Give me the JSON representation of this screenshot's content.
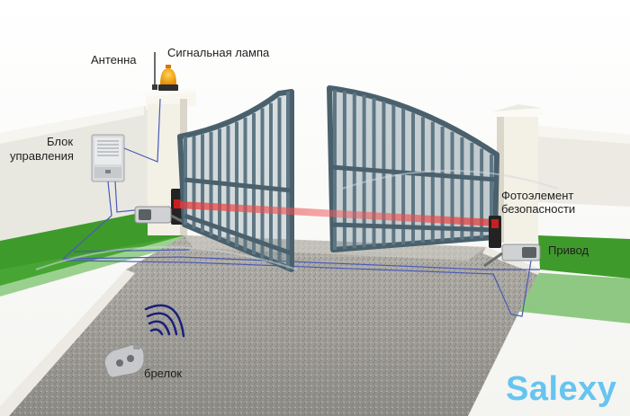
{
  "labels": {
    "antenna": "Антенна",
    "signal_lamp": "Сигнальная лампа",
    "control_unit_line1": "Блок",
    "control_unit_line2": "управления",
    "photocell_line1": "Фотоэлемент",
    "photocell_line2": "безопасности",
    "drive": "Привод",
    "keyfob": "брелок"
  },
  "watermark": {
    "brand": "Salexy"
  },
  "colors": {
    "brand": "#66c4f0",
    "gate": "#5e7784",
    "gate_dark": "#4a616d",
    "beam": "#e23a3a",
    "grass": "#3f9a2c",
    "wire": "#4a5ab8",
    "pillar": "#f3f0e6",
    "wall": "#eae9e1",
    "lamp": "#f5a400"
  },
  "icons": [
    "signal-lamp-icon",
    "antenna-icon",
    "control-unit-icon",
    "photocell-icon",
    "drive-motor-icon",
    "keyfob-icon",
    "radio-waves-icon"
  ]
}
